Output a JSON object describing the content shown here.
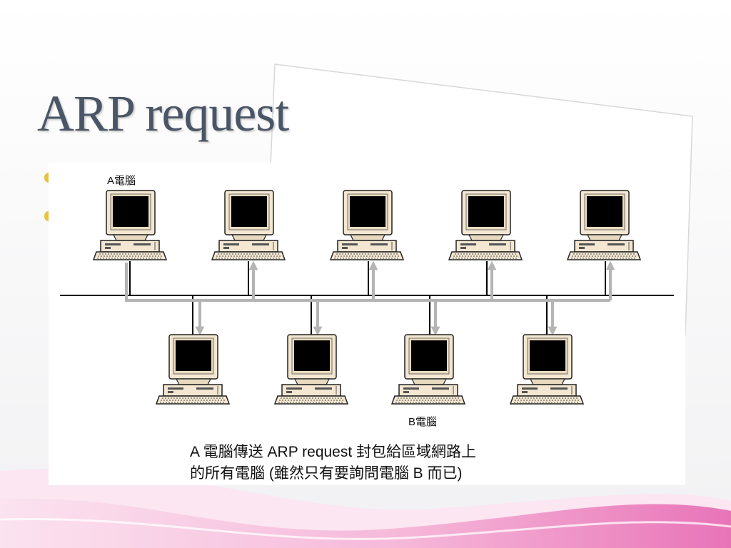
{
  "slide": {
    "title": "ARP request"
  },
  "figure": {
    "label_a": "A電腦",
    "label_b": "B電腦",
    "caption_line1": "A 電腦傳送 ARP request 封包給區域網路上",
    "caption_line2": "的所有電腦 (雖然只有要詢問電腦 B 而已)"
  },
  "colors": {
    "title": "#4a5566",
    "bullet": "#e8c23a",
    "wave_pink": "#e874b8",
    "arrow_gray": "#b4b4b4",
    "computer_beige": "#f3e7d2"
  }
}
